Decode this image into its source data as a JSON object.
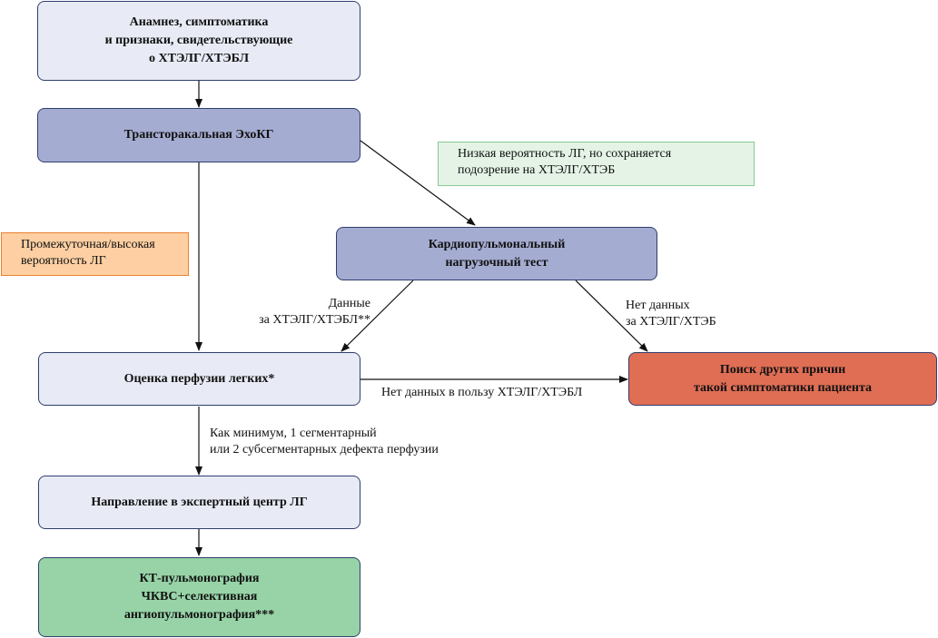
{
  "colors": {
    "light_node": "#e8ebf5",
    "dark_node": "#a5acd1",
    "red_node": "#e06e55",
    "green_node": "#97d3a7",
    "orange_note": "#fdcfa2",
    "orange_border": "#e98233",
    "green_note": "#e4f3e6",
    "green_border": "#88c995"
  },
  "nodes": {
    "history": "Анамнез, симптоматика\nи признаки, свидетельствующие\nо ХТЭЛГ/ХТЭБЛ",
    "echo": "Трансторакальная ЭхоКГ",
    "cpet": "Кардиопульмональный\nнагрузочный тест",
    "perfusion": "Оценка перфузии легких*",
    "other_causes": "Поиск других причин\nтакой симптоматики пациента",
    "referral": "Направление в экспертный центр ЛГ",
    "ct": "КТ-пульмонография\nЧКВС+селективная\nангиопульмонография***"
  },
  "notes": {
    "low_probability": "Низкая вероятность ЛГ, но сохраняется\nподозрение на ХТЭЛГ/ХТЭБ",
    "intermediate_high": "Промежуточная/высокая\nвероятность ЛГ"
  },
  "edge_labels": {
    "cpet_yes": "Данные\nза ХТЭЛГ/ХТЭБЛ**",
    "cpet_no": "Нет данных\nза ХТЭЛГ/ХТЭБ",
    "perfusion_no": "Нет данных в пользу ХТЭЛГ/ХТЭБЛ",
    "perfusion_defect": "Как минимум, 1 сегментарный\nили 2 субсегментарных дефекта перфузии"
  }
}
